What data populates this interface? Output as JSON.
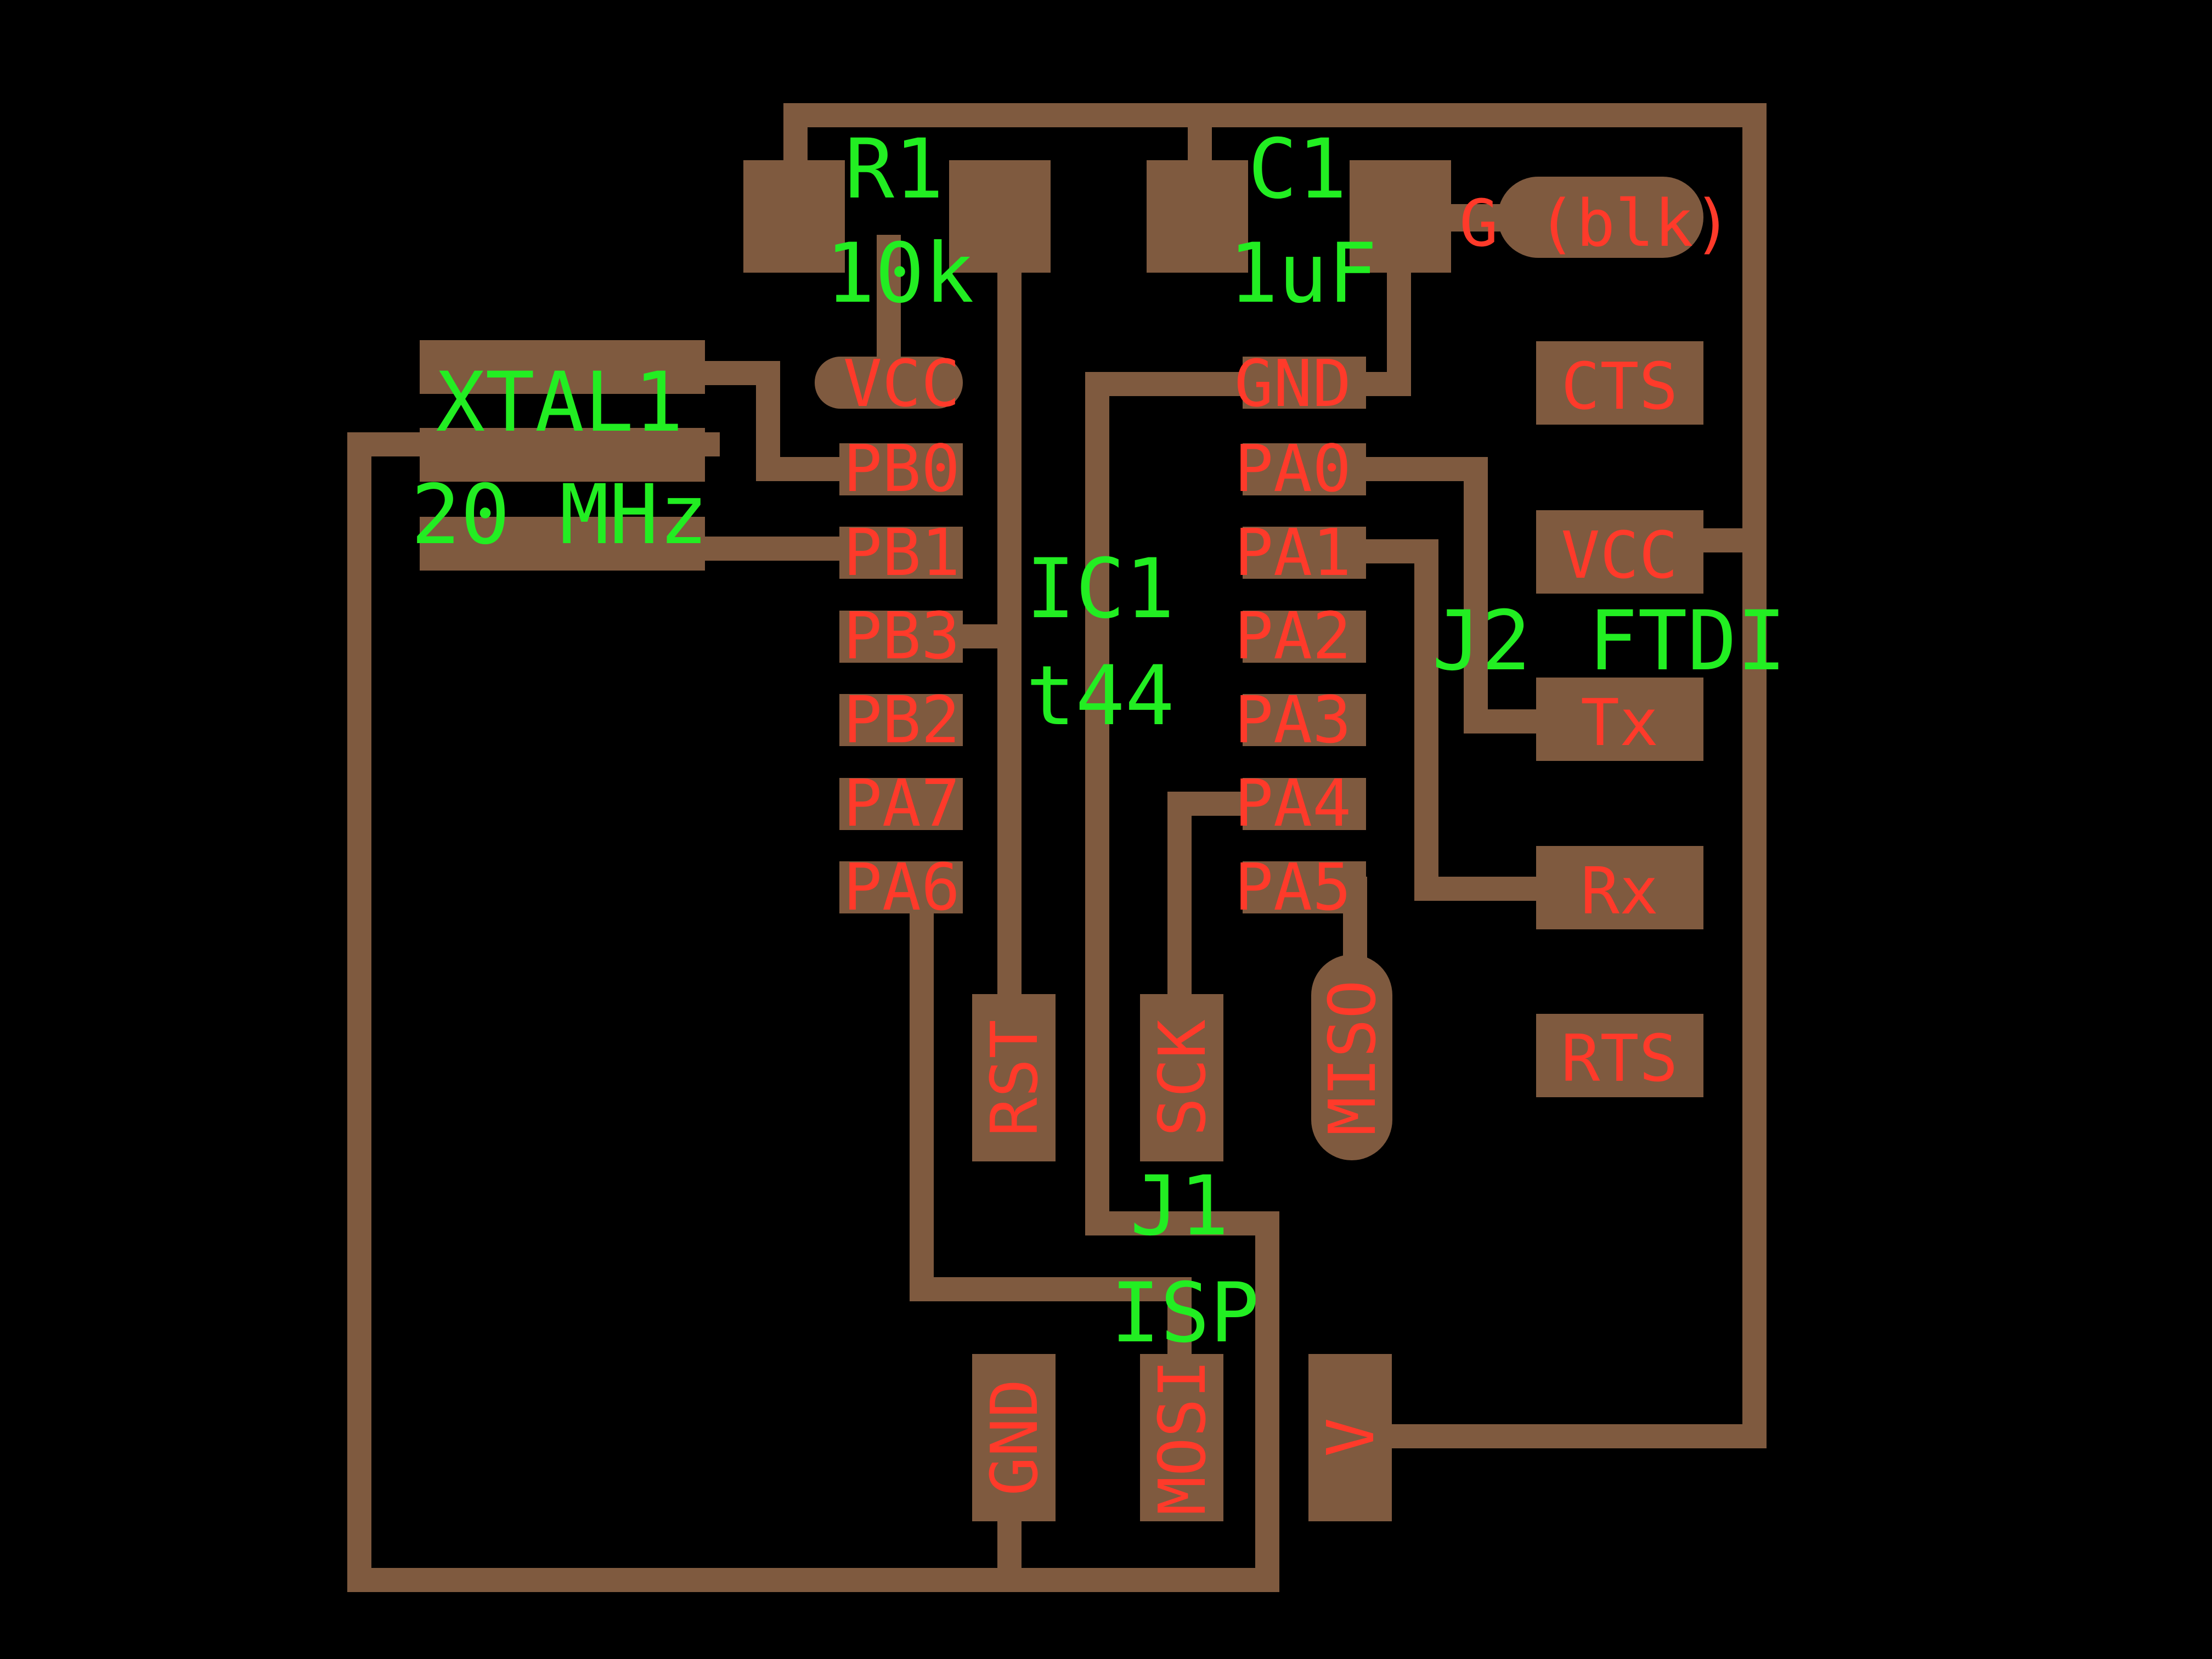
{
  "colors": {
    "background": "#000000",
    "copper": "#7f5a3f",
    "pad_label": "#ff3a2a",
    "ref_label": "#22ee22"
  },
  "components": {
    "r1": {
      "ref": "R1",
      "value": "10k"
    },
    "c1": {
      "ref": "C1",
      "value": "1uF"
    },
    "xtal1": {
      "ref": "XTAL1",
      "value": "20 MHz"
    },
    "ic1": {
      "ref": "IC1",
      "value": "t44"
    },
    "j1": {
      "ref": "J1",
      "value": "ISP"
    },
    "j2": {
      "ref": "J2",
      "value": "FTDI"
    }
  },
  "ic1_pins": {
    "left": [
      "VCC",
      "PB0",
      "PB1",
      "PB3",
      "PB2",
      "PA7",
      "PA6"
    ],
    "right": [
      "GND",
      "PA0",
      "PA1",
      "PA2",
      "PA3",
      "PA4",
      "PA5"
    ]
  },
  "j2_pins": [
    "G (blk)",
    "CTS",
    "VCC",
    "Tx",
    "Rx",
    "RTS"
  ],
  "j1_pins": [
    "RST",
    "SCK",
    "MISO",
    "GND",
    "MOSI",
    "V"
  ]
}
